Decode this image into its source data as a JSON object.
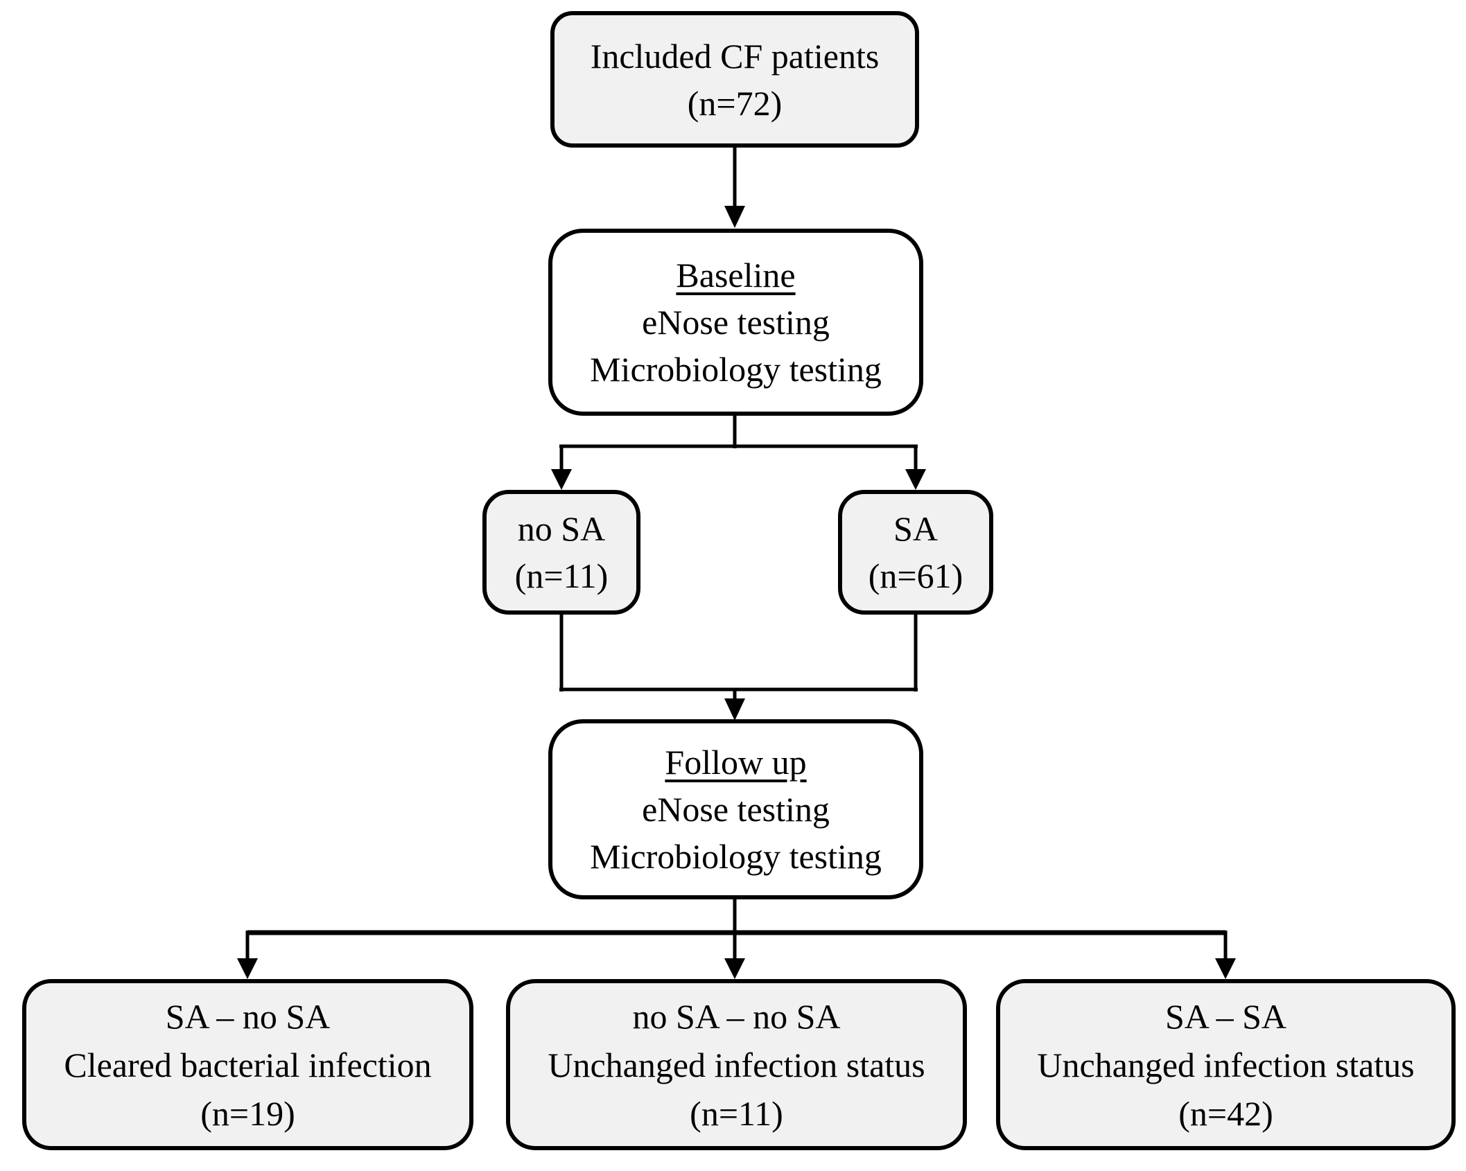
{
  "figure_type": "flowchart",
  "colors": {
    "background": "#ffffff",
    "node_fill_gray": "#f1f1f1",
    "node_fill_white": "#ffffff",
    "line": "#000000",
    "text": "#000000"
  },
  "nodes": {
    "included": {
      "lines": [
        "Included CF patients",
        "(n=72)"
      ]
    },
    "baseline": {
      "lines": [
        "Baseline",
        "eNose testing",
        "Microbiology testing"
      ]
    },
    "no_sa": {
      "lines": [
        "no SA",
        "(n=11)"
      ]
    },
    "sa": {
      "lines": [
        "SA",
        "(n=61)"
      ]
    },
    "followup": {
      "lines": [
        "Follow up",
        "eNose testing",
        "Microbiology testing"
      ]
    },
    "sa_to_no_sa": {
      "lines": [
        "SA – no SA",
        "Cleared bacterial infection",
        "(n=19)"
      ]
    },
    "no_sa_to_no_sa": {
      "lines": [
        "no SA – no SA",
        "Unchanged infection status",
        "(n=11)"
      ]
    },
    "sa_to_sa": {
      "lines": [
        "SA – SA",
        "Unchanged infection status",
        "(n=42)"
      ]
    }
  },
  "counts": {
    "included": 72,
    "baseline_no_sa": 11,
    "baseline_sa": 61,
    "cleared_bacterial_infection": 19,
    "unchanged_no_sa": 11,
    "unchanged_sa": 42
  },
  "edges": [
    "included -> baseline",
    "baseline -> no_sa",
    "baseline -> sa",
    "no_sa -> followup",
    "sa -> followup",
    "followup -> sa_to_no_sa",
    "followup -> no_sa_to_no_sa",
    "followup -> sa_to_sa"
  ]
}
